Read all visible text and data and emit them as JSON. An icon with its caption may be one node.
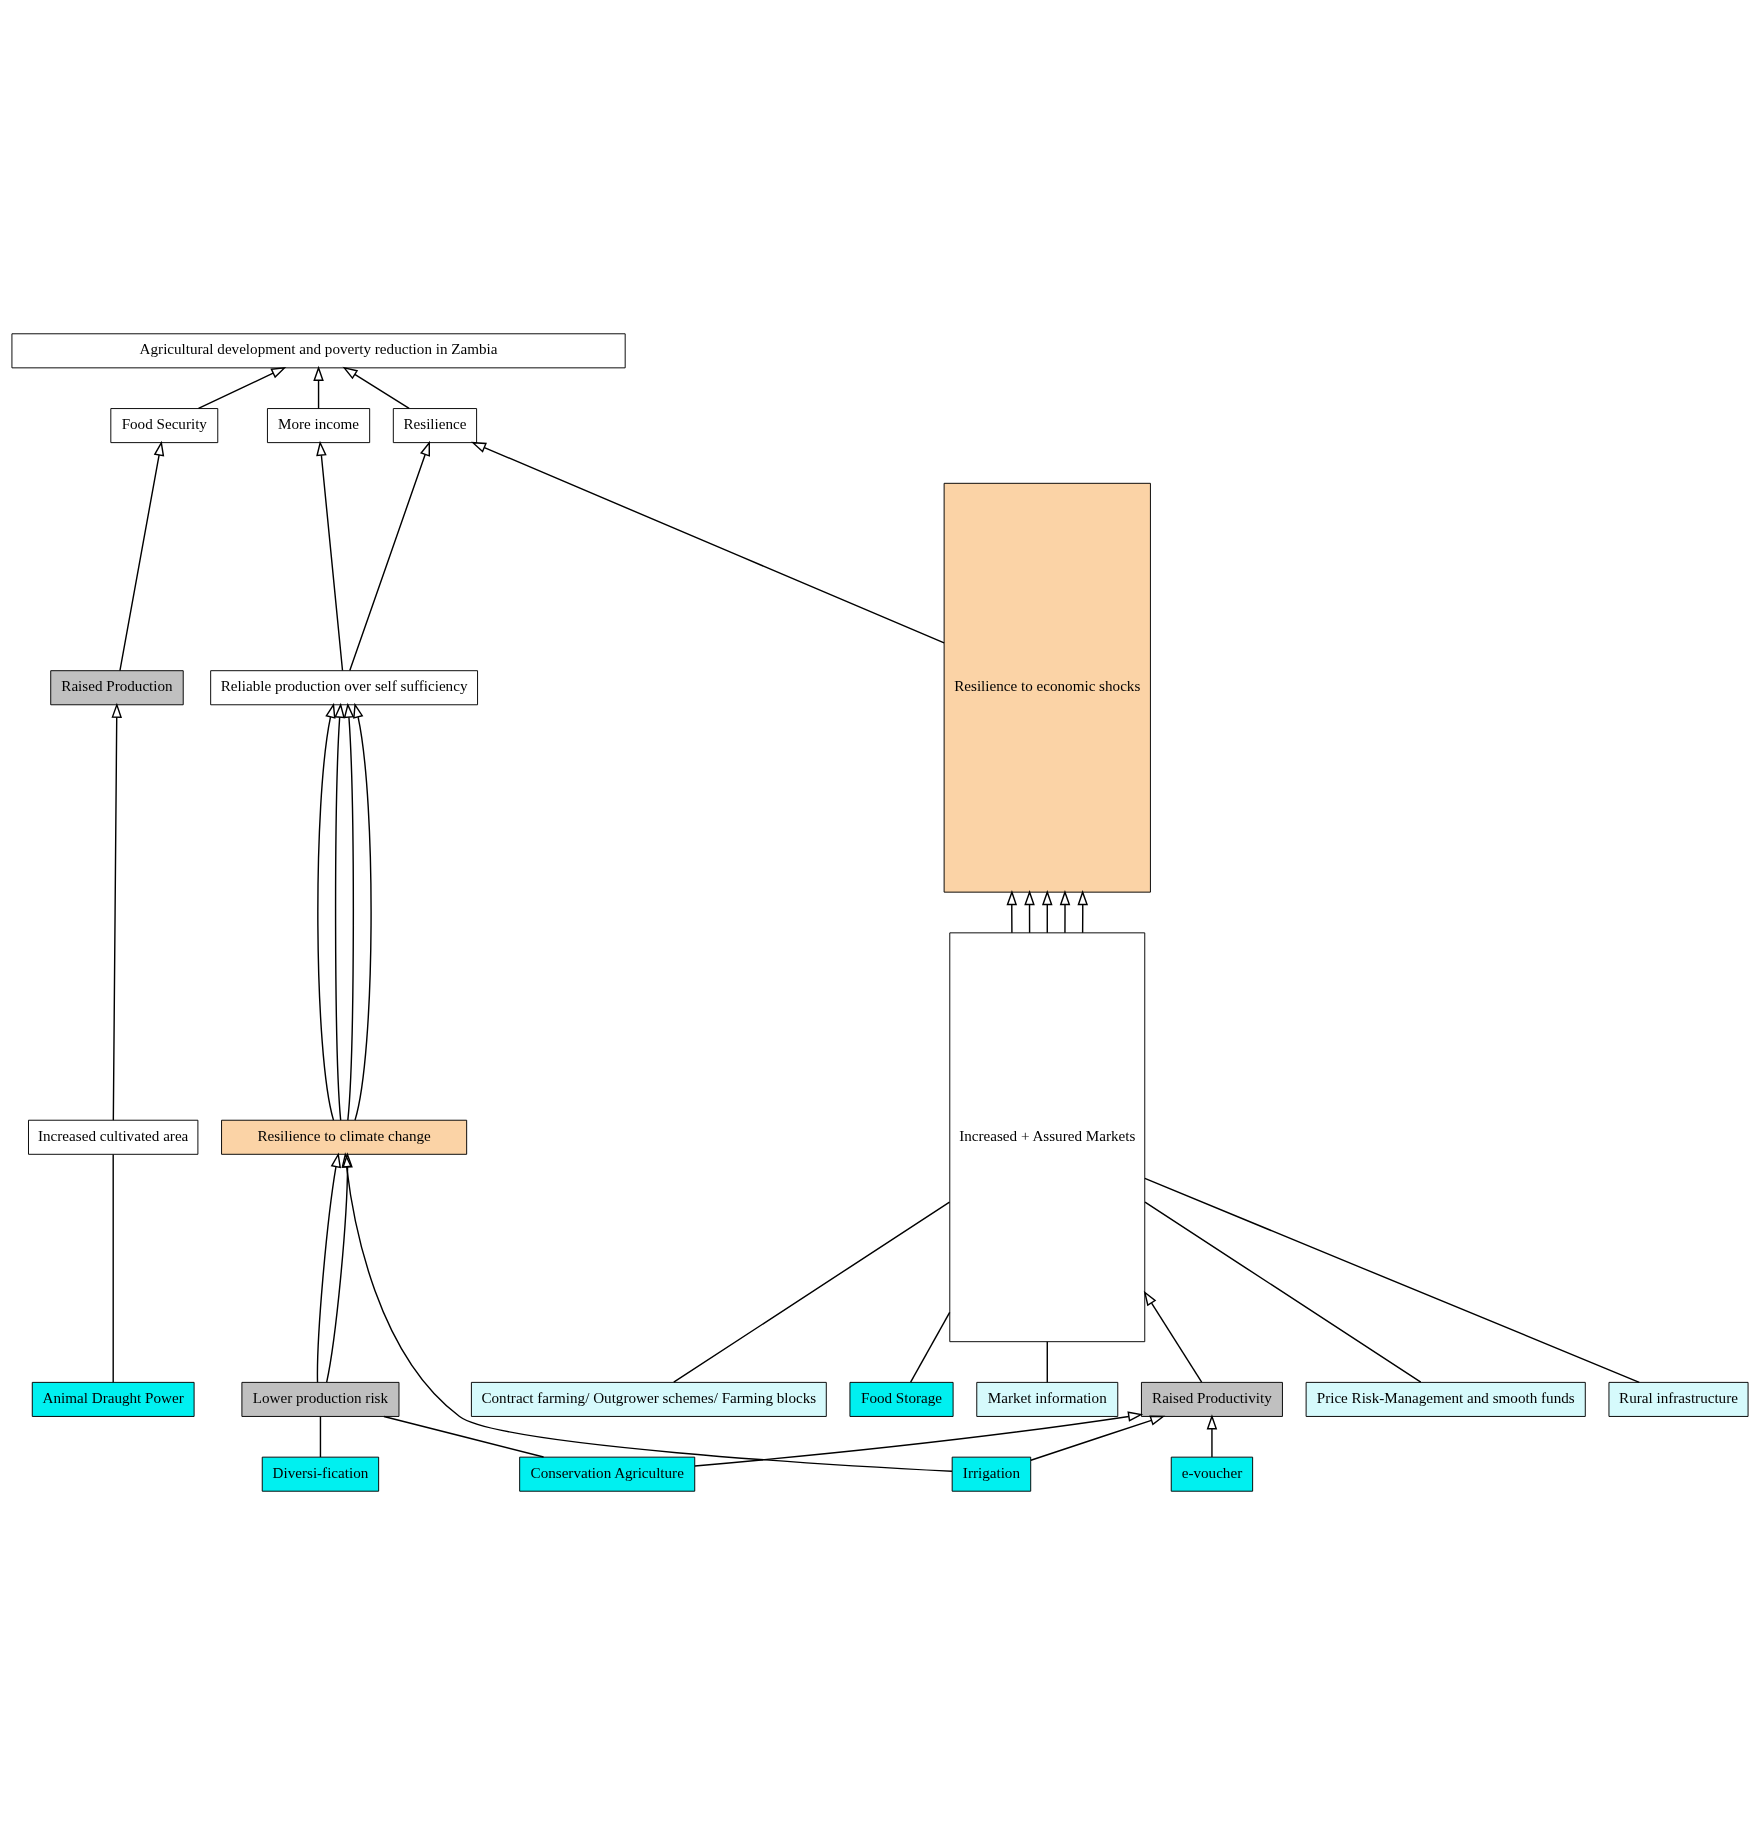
{
  "diagram": {
    "nodes": [
      {
        "text": [
          "Agricultural development and poverty reduction in Zambia"
        ]
      },
      {
        "text": [
          "Food Security"
        ]
      },
      {
        "text": [
          "Resilience"
        ]
      },
      {
        "text": [
          "More income"
        ]
      },
      {
        "text": [
          "Reliable production over self sufficiency"
        ]
      },
      {
        "text": [
          "Raised Production"
        ]
      },
      {
        "text": [
          "Resilience to climate change"
        ]
      },
      {
        "text": [
          "Increased cultivated area"
        ]
      },
      {
        "text": [
          "Lower production risk"
        ]
      },
      {
        "text": [
          "Raised Productivity"
        ]
      },
      {
        "text": [
          "Animal Draught Power"
        ]
      },
      {
        "text": [
          "Diversi-fication"
        ]
      },
      {
        "text": [
          "Conservation Agriculture"
        ]
      },
      {
        "text": [
          "Irrigation"
        ]
      },
      {
        "text": [
          "e-voucher"
        ]
      },
      {
        "text": [
          "Resilience to economic shocks"
        ]
      },
      {
        "text": [
          "Increased + Assured Markets"
        ]
      },
      {
        "text": [
          "Rural infrastructure"
        ]
      },
      {
        "text": [
          "Contract farming/ Outgrower schemes/ Farming blocks"
        ]
      },
      {
        "text": [
          "Food Storage"
        ]
      },
      {
        "text": [
          "Market information"
        ]
      },
      {
        "text": [
          "Price Risk-Management and smooth funds"
        ]
      }
    ],
    "edges": [
      {
        "from": 1,
        "to": 0,
        "arrow": "to"
      },
      {
        "from": 2,
        "to": 0,
        "arrow": "to"
      },
      {
        "from": 3,
        "to": 0,
        "arrow": "to"
      },
      {
        "from": 5,
        "to": 1,
        "arrow": "to"
      },
      {
        "from": 4,
        "to": 2,
        "arrow": "to"
      },
      {
        "from": 4,
        "to": 3,
        "arrow": "to"
      },
      {
        "from": 15,
        "to": 2,
        "arrow": "to"
      },
      {
        "from": 6,
        "to": 4,
        "arrow": "to"
      },
      {
        "from": 6,
        "to": 4,
        "arrow": "to"
      },
      {
        "from": 6,
        "to": 4,
        "arrow": "to"
      },
      {
        "from": 6,
        "to": 4,
        "arrow": "to"
      },
      {
        "from": 7,
        "to": 5,
        "arrow": "to"
      },
      {
        "from": 8,
        "to": 6,
        "arrow": "to"
      },
      {
        "from": 8,
        "to": 6,
        "arrow": "to"
      },
      {
        "from": 13,
        "to": 6,
        "arrow": "to"
      },
      {
        "from": 10,
        "to": 7,
        "arrow": "none"
      },
      {
        "from": 11,
        "to": 8,
        "arrow": "none"
      },
      {
        "from": 12,
        "to": 8,
        "arrow": "none"
      },
      {
        "from": 12,
        "to": 9,
        "arrow": "to"
      },
      {
        "from": 13,
        "to": 9,
        "arrow": "to"
      },
      {
        "from": 14,
        "to": 9,
        "arrow": "to"
      },
      {
        "from": 9,
        "to": 16,
        "arrow": "to"
      },
      {
        "from": 17,
        "to": 16,
        "arrow": "none"
      },
      {
        "from": 18,
        "to": 16,
        "arrow": "none"
      },
      {
        "from": 19,
        "to": 16,
        "arrow": "none"
      },
      {
        "from": 20,
        "to": 16,
        "arrow": "none"
      },
      {
        "from": 21,
        "to": 16,
        "arrow": "none"
      },
      {
        "from": 16,
        "to": 15,
        "arrow": "to"
      },
      {
        "from": 16,
        "to": 15,
        "arrow": "to"
      },
      {
        "from": 16,
        "to": 15,
        "arrow": "to"
      },
      {
        "from": 16,
        "to": 15,
        "arrow": "to"
      },
      {
        "from": 16,
        "to": 15,
        "arrow": "to"
      }
    ]
  }
}
